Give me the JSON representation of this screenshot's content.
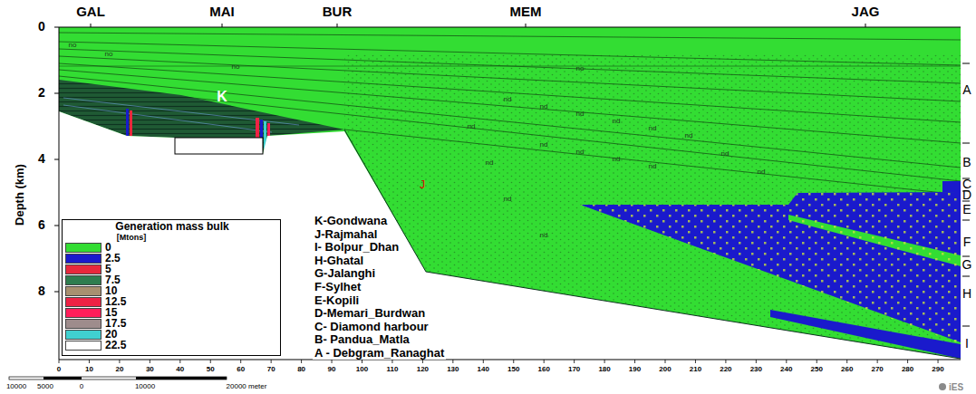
{
  "diagram": {
    "labels": [
      "GAL",
      "MAI",
      "BUR",
      "MEM",
      "JAG",
      "Depth (km)",
      "0",
      "2",
      "4",
      "6",
      "8",
      "0",
      "10",
      "20",
      "30",
      "40",
      "50",
      "60",
      "70",
      "80",
      "90",
      "100",
      "110",
      "120",
      "130",
      "140",
      "150",
      "160",
      "170",
      "180",
      "190",
      "200",
      "210",
      "220",
      "230",
      "240",
      "250",
      "260",
      "270",
      "280",
      "290",
      "10000",
      "5000",
      "0",
      "10000",
      "20000 meter",
      "A",
      "B",
      "C",
      "D",
      "E",
      "F",
      "G",
      "H",
      "I",
      "K",
      "J",
      "Generation mass bulk",
      "[Mtons]",
      "K-Gondwana",
      "J-Rajmahal",
      "I- Bolpur_Dhan",
      "H-Ghatal",
      "G-Jalanghi",
      "F-Sylhet",
      "E-Kopili",
      "D-Memari_Burdwan",
      "C- Diamond harbour",
      "B- Pandua_Matla",
      "A - Debgram_Ranaghat",
      "iES",
      "nd",
      "nd",
      "nd",
      "nd",
      "nd",
      "nd",
      "nd",
      "nd",
      "nd",
      "nd",
      "nd",
      "nd",
      "nd",
      "nd",
      "nd",
      "nd",
      "no",
      "no",
      "no",
      "no"
    ],
    "legend": [
      {
        "text": "0",
        "color": "#33dd33"
      },
      {
        "text": "2.5",
        "color": "#1a1acc"
      },
      {
        "text": "5",
        "color": "#e8283c"
      },
      {
        "text": "7.5",
        "color": "#2e7d4f"
      },
      {
        "text": "10",
        "color": "#a89070"
      },
      {
        "text": "12.5",
        "color": "#ee2244"
      },
      {
        "text": "15",
        "color": "#ff1e5a"
      },
      {
        "text": "17.5",
        "color": "#9e8c8c"
      },
      {
        "text": "20",
        "color": "#40d0d0"
      },
      {
        "text": "22.5",
        "color": "#ffffff"
      }
    ]
  }
}
